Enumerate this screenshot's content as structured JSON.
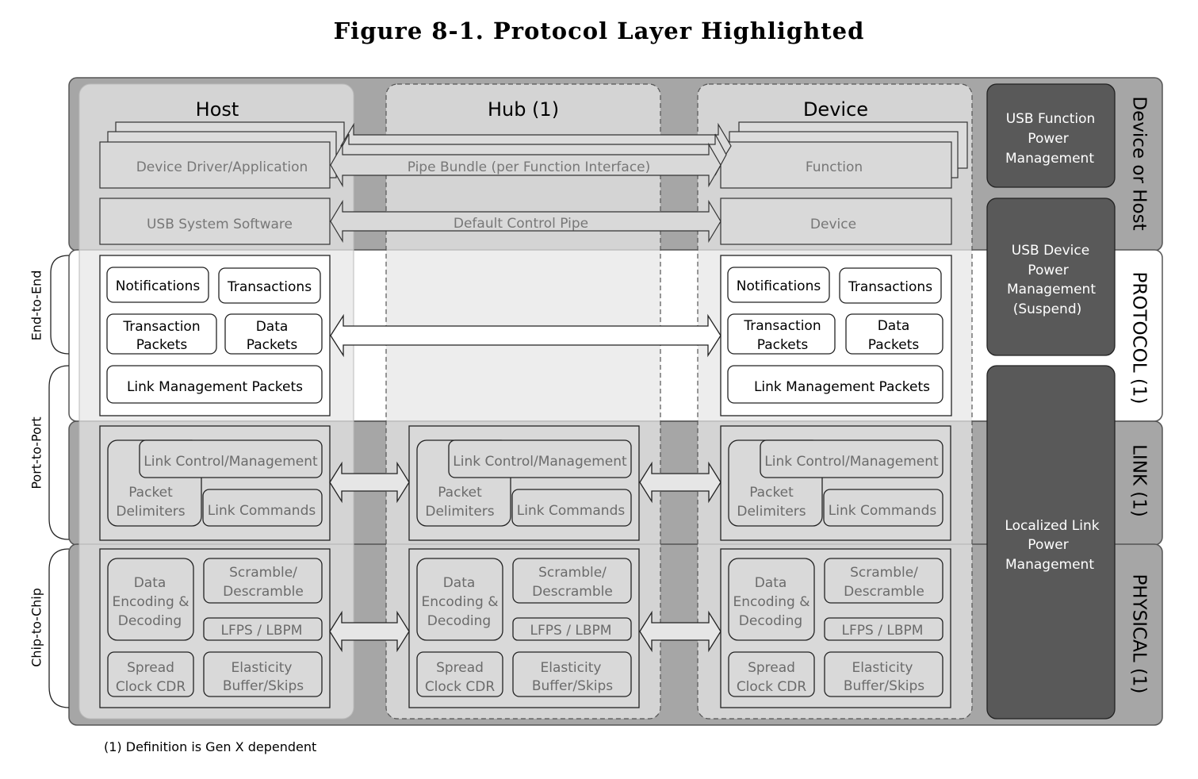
{
  "title": "Figure 8-1.  Protocol Layer Highlighted",
  "footnote": "(1) Definition is Gen X dependent",
  "columns": {
    "host": "Host",
    "hub": "Hub (1)",
    "device": "Device"
  },
  "layers": {
    "device_or_host": "Device or Host",
    "protocol": "PROTOCOL (1)",
    "link": "LINK (1)",
    "physical": "PHYSICAL (1)"
  },
  "scopes": {
    "end_to_end": "End-to-End",
    "port_to_port": "Port-to-Port",
    "chip_to_chip": "Chip-to-Chip"
  },
  "power": {
    "function_pm": [
      "USB Function",
      "Power",
      "Management"
    ],
    "device_pm": [
      "USB Device",
      "Power",
      "Management",
      "(Suspend)"
    ],
    "link_pm": [
      "Localized Link",
      "Power",
      "Management"
    ]
  },
  "top": {
    "driver": "Device Driver/Application",
    "system_sw": "USB System Software",
    "function": "Function",
    "device": "Device",
    "pipe_bundle": "Pipe Bundle (per Function Interface)",
    "default_pipe": "Default Control Pipe"
  },
  "protocol": {
    "notifications": "Notifications",
    "transactions": "Transactions",
    "transaction_packets": [
      "Transaction",
      "Packets"
    ],
    "data_packets": [
      "Data",
      "Packets"
    ],
    "link_mgmt_packets": "Link Management Packets"
  },
  "link": {
    "control": "Link Control/Management",
    "delimiters": [
      "Packet",
      "Delimiters"
    ],
    "commands": "Link  Commands"
  },
  "physical": {
    "encoding": [
      "Data",
      "Encoding &",
      "Decoding"
    ],
    "scramble": [
      "Scramble/",
      "Descramble"
    ],
    "lfps": "LFPS / LBPM",
    "spread": [
      "Spread",
      "Clock CDR"
    ],
    "elasticity": [
      "Elasticity",
      "Buffer/Skips"
    ]
  }
}
